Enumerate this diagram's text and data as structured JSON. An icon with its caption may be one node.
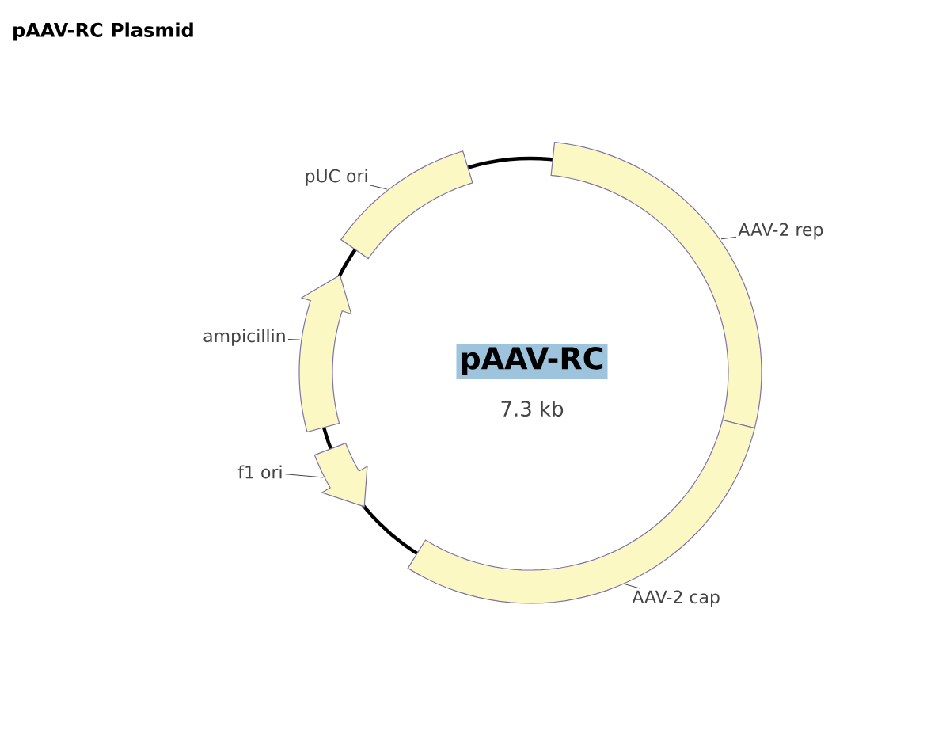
{
  "diagram": {
    "title": "pAAV-RC Plasmid",
    "nodes": [
      {
        "text": [
          "pUC ori"
        ]
      },
      {
        "text": [],
        "shape": "box"
      },
      {
        "text": [
          "AAV-2 rep"
        ]
      },
      {
        "text": [],
        "shape": "box"
      },
      {
        "text": [
          "ampicillin"
        ]
      },
      {
        "text": [],
        "shape": "arrow"
      },
      {
        "text": [
          "pAAV-RC"
        ]
      },
      {
        "text": [
          "f1 ori"
        ]
      },
      {
        "text": [],
        "shape": "arrow"
      },
      {
        "text": [],
        "shape": "box"
      },
      {
        "text": [
          "AAV-2 cap"
        ]
      }
    ],
    "edges": [
      {
        "from": 0,
        "to": 1,
        "arrow": "none"
      },
      {
        "from": 2,
        "to": 3,
        "arrow": "none"
      },
      {
        "from": 4,
        "to": 5,
        "arrow": "none"
      },
      {
        "from": 7,
        "to": 8,
        "arrow": "none"
      },
      {
        "from": 10,
        "to": 9,
        "arrow": "none"
      }
    ],
    "labels": [
      "7.3 kb"
    ]
  }
}
